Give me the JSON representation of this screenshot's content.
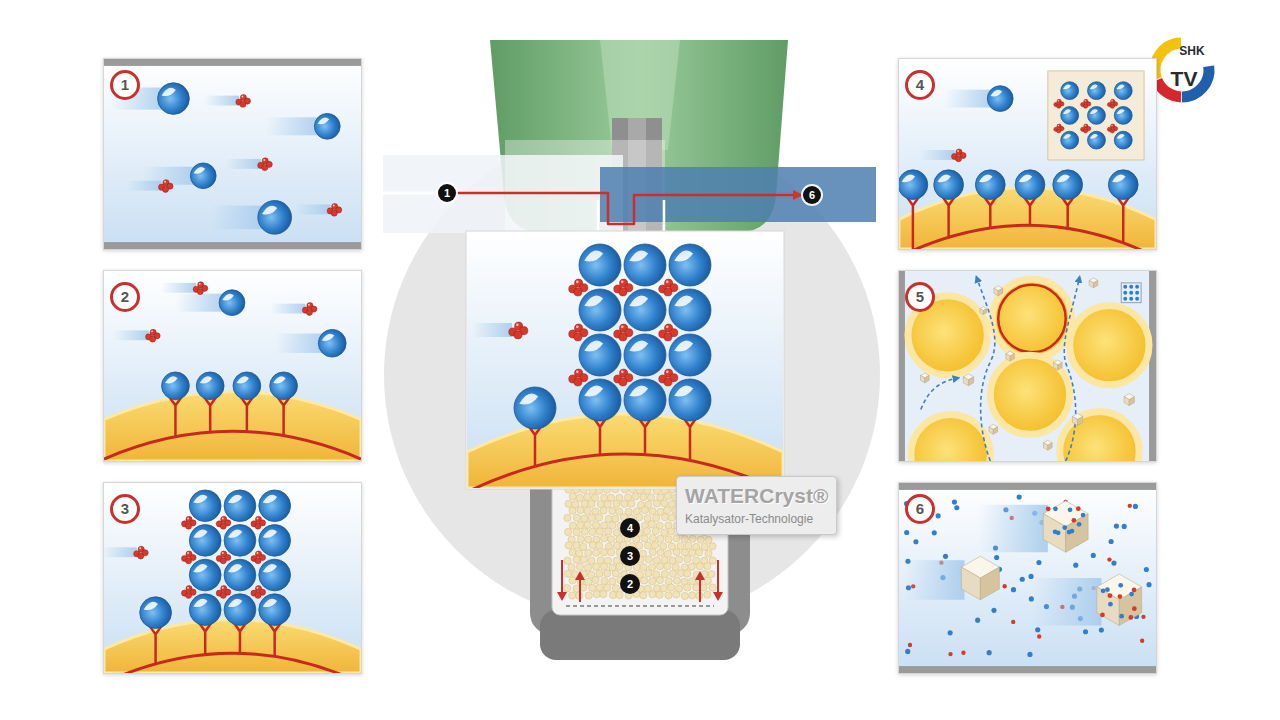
{
  "diagram": {
    "nodes": [
      {
        "text": [
          "1"
        ]
      },
      {
        "text": [
          "2"
        ]
      },
      {
        "text": [
          "3"
        ]
      },
      {
        "text": [
          "4"
        ]
      },
      {
        "text": [
          "5"
        ]
      },
      {
        "text": [
          "6"
        ]
      },
      {
        "text": [
          "1"
        ]
      },
      {
        "text": [
          "6"
        ]
      },
      {
        "text": [
          "WATERCryst®",
          "Katalysator-Technologie"
        ]
      }
    ],
    "edges": [
      {
        "from": 6,
        "to": 7,
        "arrow": "to"
      }
    ],
    "labels": [
      "4",
      "3",
      "2",
      "SHK",
      "TV"
    ]
  }
}
